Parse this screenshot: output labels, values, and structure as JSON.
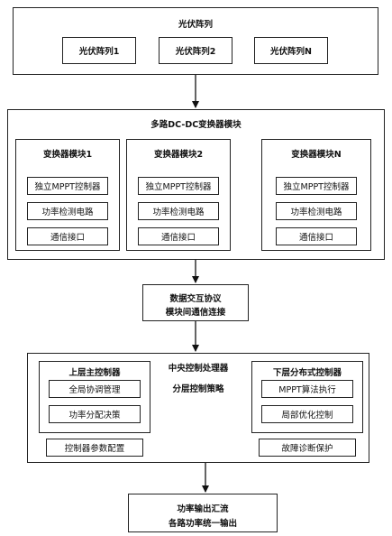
{
  "pv": {
    "title": "光伏阵列",
    "arrays": [
      "光伏阵列1",
      "光伏阵列2",
      "光伏阵列N"
    ]
  },
  "dcdc": {
    "title": "多路DC-DC变换器模块",
    "modules": [
      {
        "title": "变换器模块1",
        "items": [
          "独立MPPT控制器",
          "功率检测电路",
          "通信接口"
        ]
      },
      {
        "title": "变换器模块2",
        "items": [
          "独立MPPT控制器",
          "功率检测电路",
          "通信接口"
        ]
      },
      {
        "title": "变换器模块N",
        "items": [
          "独立MPPT控制器",
          "功率检测电路",
          "通信接口"
        ]
      }
    ]
  },
  "protocol": {
    "line1": "数据交互协议",
    "line2": "模块间通信连接"
  },
  "cpu": {
    "title": "中央控制处理器",
    "subtitle": "分层控制策略",
    "upper": {
      "title": "上层主控制器",
      "items": [
        "全局协调管理",
        "功率分配决策"
      ]
    },
    "lower": {
      "title": "下层分布式控制器",
      "items": [
        "MPPT算法执行",
        "局部优化控制"
      ]
    },
    "param": "控制器参数配置",
    "fault": "故障诊断保护"
  },
  "output": {
    "line1": "功率输出汇流",
    "line2": "各路功率统一输出"
  }
}
